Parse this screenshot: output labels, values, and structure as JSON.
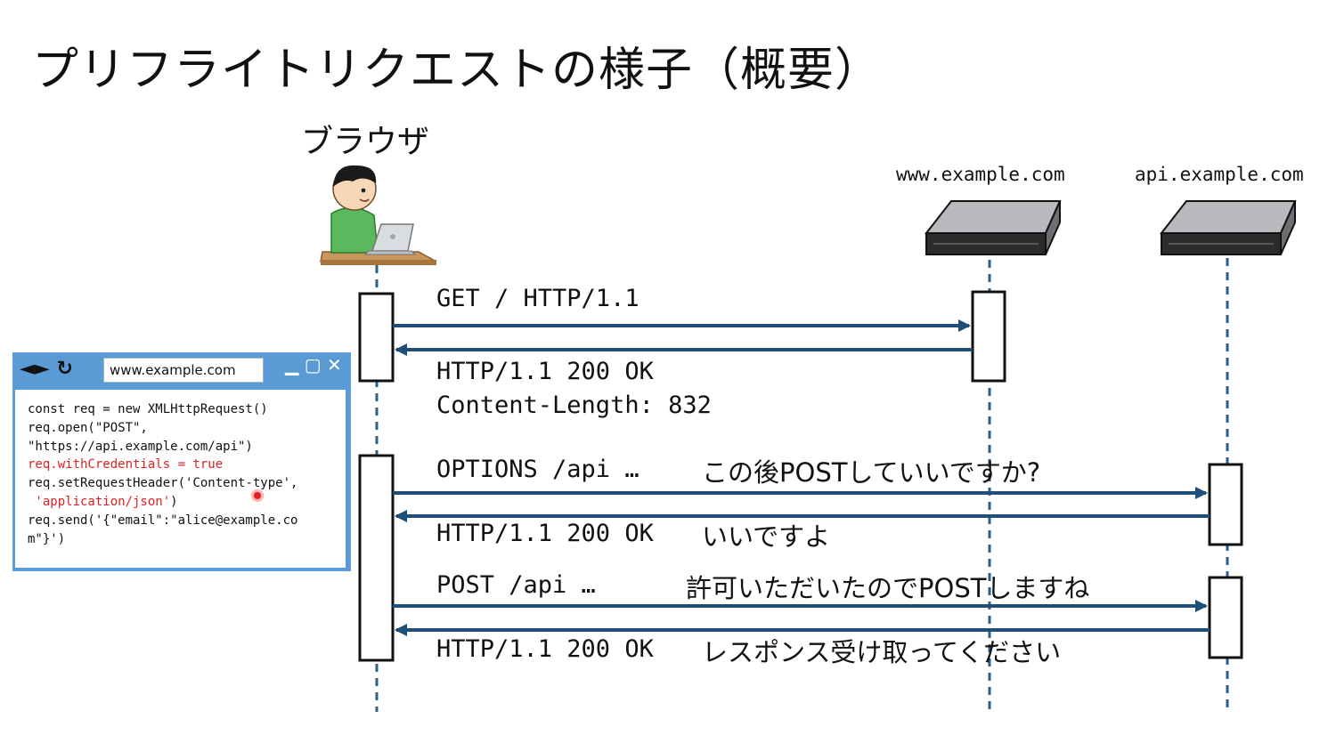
{
  "title": "プリフライトリクエストの様子（概要）",
  "actors": {
    "browser": "ブラウザ",
    "www": "www.example.com",
    "api": "api.example.com"
  },
  "messages": [
    {
      "label": "GET / HTTP/1.1",
      "note": ""
    },
    {
      "label": "HTTP/1.1 200 OK",
      "label2": "Content-Length: 832",
      "note": ""
    },
    {
      "label": "OPTIONS /api …",
      "note": "この後POSTしていいですか?"
    },
    {
      "label": "HTTP/1.1 200 OK",
      "note": "いいですよ"
    },
    {
      "label": "POST /api …",
      "note": "許可いただいたのでPOSTしますね"
    },
    {
      "label": "HTTP/1.1 200 OK",
      "note": "レスポンス受け取ってください"
    }
  ],
  "browser_window": {
    "nav_icons": "◄► ↻",
    "url": "www.example.com",
    "controls": "▁ ▢ ✕",
    "code": {
      "line1": "const req = new XMLHttpRequest()",
      "line2": "req.open(\"POST\",",
      "line3": "\"https://api.example.com/api\")",
      "line4": "req.withCredentials = true",
      "line5a": "req.setRequestHeader('Content-type',",
      "line6": " 'application/json'",
      "line6b": ")",
      "line7": "req.send('{\"email\":\"alice@example.co",
      "line8": "m\"}')"
    }
  },
  "colors": {
    "arrow": "#1f4e79",
    "lifeline": "#2e5d8a",
    "highlight": "#e02020",
    "window": "#5b9bd5"
  }
}
